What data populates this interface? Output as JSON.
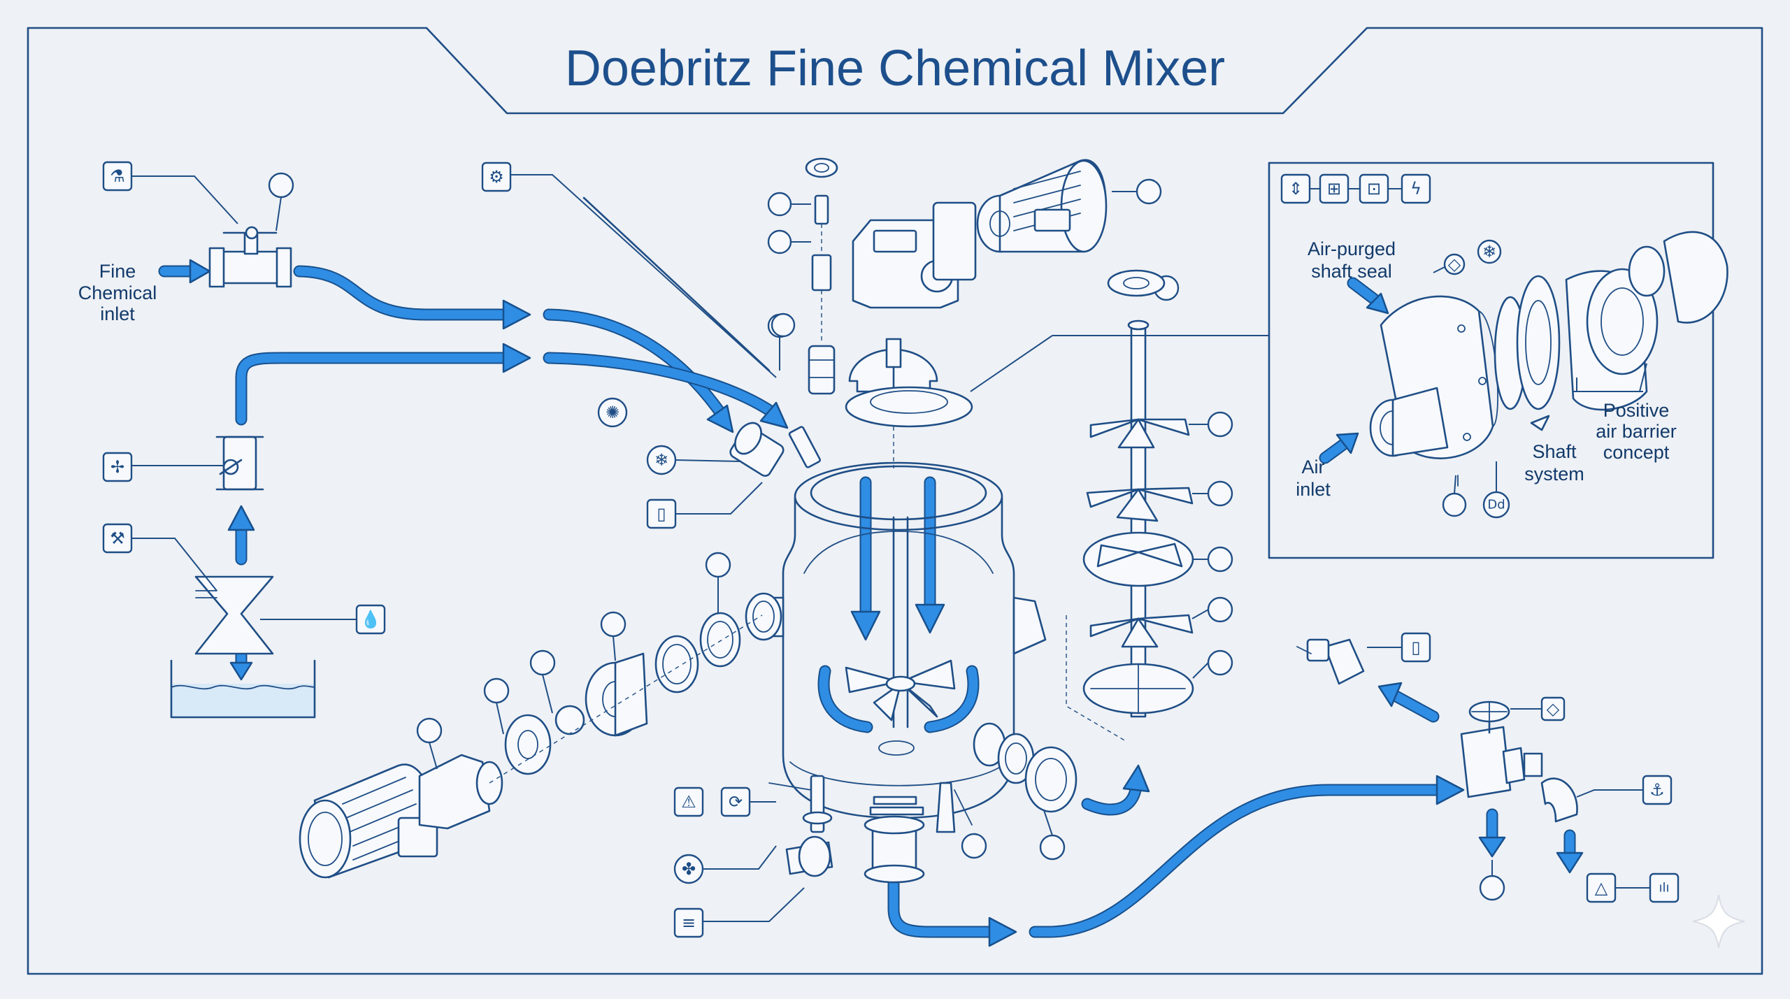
{
  "title": "Doebritz Fine Chemical Mixer",
  "labels": {
    "fine_chemical_inlet": [
      "Fine",
      "Chemical",
      "inlet"
    ],
    "air_purged_shaft_seal": [
      "Air-purged",
      "shaft seal"
    ],
    "air_inlet": [
      "Air",
      "inlet"
    ],
    "shaft_system": [
      "Shaft",
      "system"
    ],
    "positive_air_barrier": [
      "Positive",
      "air barrier",
      "concept"
    ]
  },
  "icons": {
    "flask": "⚗",
    "gear": "⚙",
    "fan": "✢",
    "hammer": "⚒",
    "drop": "💧",
    "sun": "✺",
    "snow": "❄",
    "cup": "▯",
    "warning": "⚠",
    "refresh": "⟳",
    "propeller": "✤",
    "level": "≡",
    "anchor": "⚓",
    "lightning": "ϟ",
    "compress": "⇕",
    "crosshair": "⊞",
    "tank": "⊡",
    "triangle": "△",
    "chart": "ılı",
    "cube": "◇",
    "de": "Dd"
  },
  "colors": {
    "background": "#eef1f5",
    "line": "#1f4e86",
    "flow": "#2f8de4",
    "liquid": "#d8e9f8",
    "title": "#1d4f8c"
  }
}
